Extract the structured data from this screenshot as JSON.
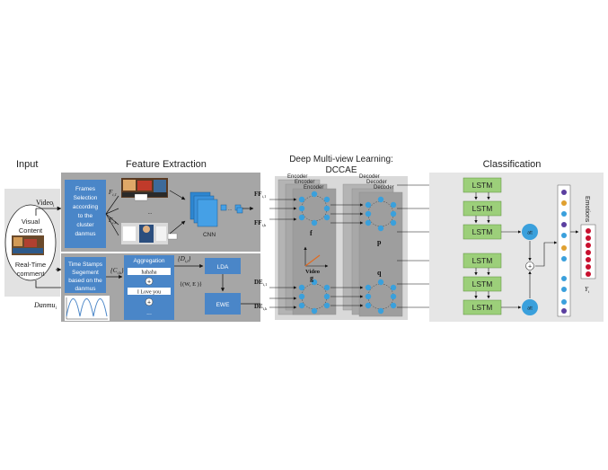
{
  "sections": {
    "input": "Input",
    "feature_extraction": "Feature Extraction",
    "deep_multiview_line1": "Deep Multi-view Learning:",
    "deep_multiview_line2": "DCCAE",
    "classification": "Classification"
  },
  "input": {
    "video_label": "Video",
    "video_sub": "i",
    "visual_content_line1": "Visual",
    "visual_content_line2": "Content",
    "realtime_line1": "Real-Time",
    "realtime_line2": "comment",
    "danmu_label": "Danmu",
    "danmu_sub": "i"
  },
  "feature_extraction": {
    "frames_box_lines": [
      "Frames",
      "Selection",
      "according",
      "to the",
      "cluster",
      "danmus"
    ],
    "frame_label_1": "F",
    "frame_label_1_sub": "i,1",
    "frame_label_k": "F",
    "frame_label_k_sub": "i,k",
    "ellipsis": "...",
    "cnn_label": "CNN",
    "ts_box_lines": [
      "Time Stamps",
      "Segement",
      "based on the",
      "danmus"
    ],
    "c_label": "{C",
    "c_sub": "i,k",
    "c_close": "}",
    "aggregation_label": "Aggregation",
    "danmu_texts": [
      "hahaha",
      "I Love you",
      "..."
    ],
    "plus_symbol": "+",
    "d_label": "{D",
    "d_sub": "i,l",
    "d_close": "}",
    "lda_label": "LDA",
    "we_label": "{(W, E )}",
    "ewe_label": "EWE"
  },
  "features": {
    "ff1": "FF",
    "ff1_sub": "i,1",
    "ffk": "FF",
    "ffk_sub": "i,k",
    "de1": "DE",
    "de1_sub": "i,1",
    "dek": "DE",
    "dek_sub": "i,k"
  },
  "dccae": {
    "encoders": [
      "Encoder",
      "Encoder",
      "Encoder"
    ],
    "decoders": [
      "Decoder",
      "Decoder",
      "Decoder"
    ],
    "f_label": "f",
    "g_label": "g",
    "p_label": "p",
    "q_label": "q",
    "video_label": "Video"
  },
  "classification": {
    "lstm_label": "LSTM",
    "emotions_label": "Emotions",
    "y_label": "Y",
    "y_sub": "i",
    "att_label_1": "att",
    "att_label_2": "att"
  },
  "colors": {
    "panel_gray": "#a6a6a6",
    "panel_light": "#e6e6e6",
    "box_blue": "#4a86c8",
    "lstm_green": "#9ccf7a",
    "node_blue": "#3aa0dc",
    "emotion_red": "#c8102e"
  }
}
